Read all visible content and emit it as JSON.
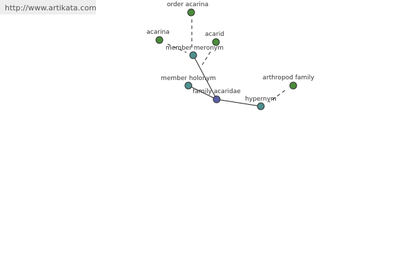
{
  "banner": {
    "url": "http://www.artikata.com"
  },
  "colors": {
    "root": "#5b5ea6",
    "relation": "#4f8f8f",
    "term": "#4b8b3b"
  },
  "graph": {
    "nodes": [
      {
        "id": "family-acaridae",
        "label": "family acaridae",
        "kind": "root"
      },
      {
        "id": "member-meronym",
        "label": "member meronym",
        "kind": "relation"
      },
      {
        "id": "member-holonym",
        "label": "member holonym",
        "kind": "relation"
      },
      {
        "id": "hypernym",
        "label": "hypernym",
        "kind": "relation"
      },
      {
        "id": "order-acarina",
        "label": "order acarina",
        "kind": "term"
      },
      {
        "id": "acarina",
        "label": "acarina",
        "kind": "term"
      },
      {
        "id": "acarid",
        "label": "acarid",
        "kind": "term"
      },
      {
        "id": "arthropod-family",
        "label": "arthropod family",
        "kind": "term"
      }
    ],
    "edges": [
      {
        "from": "family-acaridae",
        "to": "member-meronym",
        "style": "solid"
      },
      {
        "from": "family-acaridae",
        "to": "member-holonym",
        "style": "solid"
      },
      {
        "from": "family-acaridae",
        "to": "hypernym",
        "style": "solid"
      },
      {
        "from": "member-meronym",
        "to": "order-acarina",
        "style": "dashed"
      },
      {
        "from": "member-meronym",
        "to": "acarina",
        "style": "dashed"
      },
      {
        "from": "member-meronym",
        "to": "acarid",
        "style": "dashed"
      },
      {
        "from": "hypernym",
        "to": "arthropod-family",
        "style": "dashed"
      }
    ]
  }
}
